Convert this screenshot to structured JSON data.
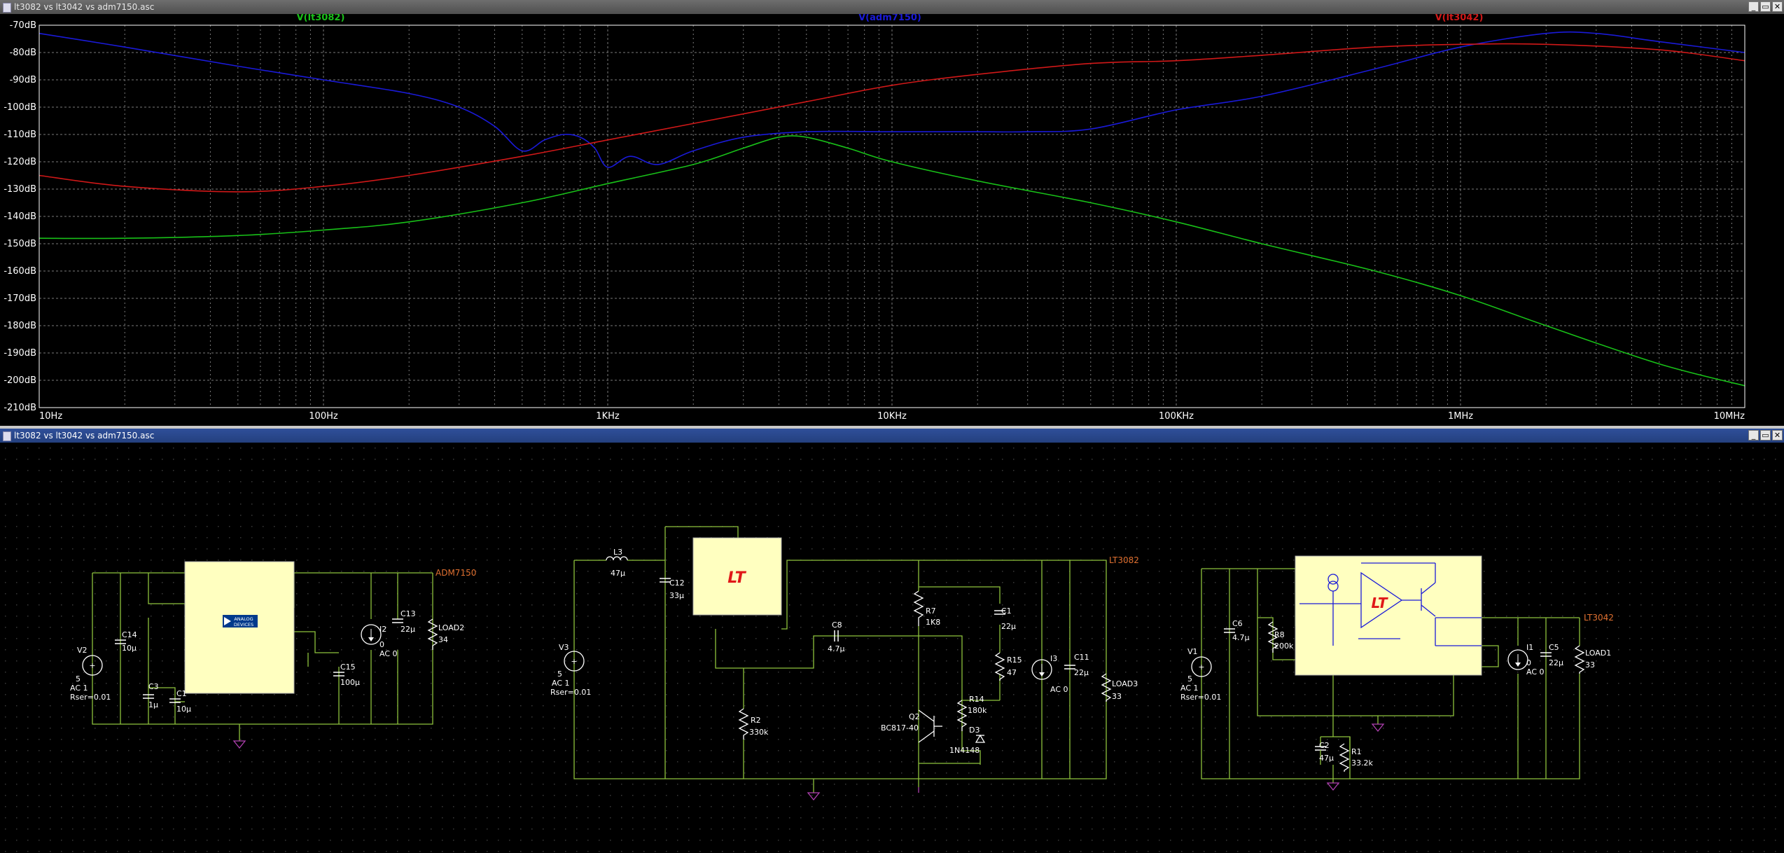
{
  "plot_window": {
    "title": "lt3082 vs lt3042 vs adm7150.asc",
    "buttons": {
      "minimize": "_",
      "restore": "▭",
      "close": "✕"
    }
  },
  "schematic_window": {
    "title": "lt3082 vs lt3042 vs adm7150.asc",
    "buttons": {
      "minimize": "_",
      "restore": "▭",
      "close": "✕"
    }
  },
  "colors": {
    "plot_bg": "#000000",
    "grid": "#7a7a7a",
    "trace_green": "#18c018",
    "trace_blue": "#1a1ad8",
    "trace_red": "#d01818",
    "wire": "#8ec23c",
    "component": "#ffffff",
    "net_label": "#e07030",
    "ic_fill": "#ffffc0",
    "ground": "#b040b0"
  },
  "chart_data": {
    "type": "line",
    "xscale": "log",
    "xlim": [
      10,
      10000000
    ],
    "ylim": [
      -210,
      -70
    ],
    "grid": true,
    "xticks": [
      "10Hz",
      "100Hz",
      "1KHz",
      "10KHz",
      "100KHz",
      "1MHz",
      "10MHz"
    ],
    "yticks": [
      "-70dB",
      "-80dB",
      "-90dB",
      "-100dB",
      "-110dB",
      "-120dB",
      "-130dB",
      "-140dB",
      "-150dB",
      "-160dB",
      "-170dB",
      "-180dB",
      "-190dB",
      "-200dB",
      "-210dB"
    ],
    "series": [
      {
        "name": "V(lt3082)",
        "color": "#18c018",
        "x": [
          10,
          20,
          50,
          100,
          200,
          500,
          1000,
          2000,
          3000,
          4000,
          5000,
          7000,
          10000,
          20000,
          50000,
          100000,
          200000,
          500000,
          1000000,
          2000000,
          5000000,
          10000000
        ],
        "y": [
          -148,
          -148,
          -147,
          -145,
          -142,
          -135,
          -128,
          -121,
          -115,
          -111,
          -111,
          -115,
          -120,
          -127,
          -135,
          -142,
          -150,
          -160,
          -169,
          -180,
          -194,
          -202
        ]
      },
      {
        "name": "V(adm7150)",
        "color": "#1a1ad8",
        "x": [
          10,
          20,
          50,
          100,
          200,
          300,
          400,
          500,
          600,
          700,
          800,
          900,
          1000,
          1200,
          1500,
          2000,
          3000,
          5000,
          10000,
          20000,
          30000,
          50000,
          100000,
          200000,
          500000,
          1000000,
          2000000,
          3000000,
          5000000,
          10000000
        ],
        "y": [
          -73,
          -78,
          -85,
          -90,
          -95,
          -100,
          -107,
          -116,
          -112,
          -110,
          -111,
          -115,
          -122,
          -118,
          -121,
          -116,
          -111,
          -109,
          -109,
          -109,
          -109,
          -108,
          -101,
          -96,
          -86,
          -78,
          -73,
          -73,
          -76,
          -80
        ]
      },
      {
        "name": "V(lt3042)",
        "color": "#d01818",
        "x": [
          10,
          20,
          50,
          100,
          200,
          500,
          1000,
          2000,
          5000,
          10000,
          20000,
          50000,
          100000,
          200000,
          500000,
          1000000,
          2000000,
          5000000,
          10000000
        ],
        "y": [
          -125,
          -129,
          -131,
          -129,
          -125,
          -118,
          -112,
          -106,
          -98,
          -92,
          -88,
          -84,
          -83,
          -81,
          -78,
          -77,
          -77,
          -79,
          -83
        ]
      }
    ]
  },
  "schematic": {
    "adm_block": {
      "net_label": "ADM7150",
      "ic_logo_line1": "ANALOG",
      "ic_logo_line2": "DEVICES",
      "v2": {
        "name": "V2",
        "dc": "5",
        "ac": "AC 1",
        "rser": "Rser=0.01"
      },
      "c14": {
        "name": "C14",
        "value": "10µ"
      },
      "c3": {
        "name": "C3",
        "value": "1µ"
      },
      "c1x": {
        "name": "C1",
        "value": "10µ"
      },
      "c15": {
        "name": "C15",
        "value": "100µ"
      },
      "i2": {
        "name": "I2",
        "dc": "0",
        "ac": "AC 0"
      },
      "c13": {
        "name": "C13",
        "value": "22µ"
      },
      "load2": {
        "name": "LOAD2",
        "value": "34"
      }
    },
    "lt3082_block": {
      "net_label": "LT3082",
      "ic_logo": "LT",
      "l3": {
        "name": "L3",
        "value": "47µ"
      },
      "c12": {
        "name": "C12",
        "value": "33µ"
      },
      "v3": {
        "name": "V3",
        "dc": "5",
        "ac": "AC 1",
        "rser": "Rser=0.01"
      },
      "r2": {
        "name": "R2",
        "value": "330k"
      },
      "c8": {
        "name": "C8",
        "value": "4.7µ"
      },
      "r7": {
        "name": "R7",
        "value": "1K8"
      },
      "c1": {
        "name": "C1",
        "value": "22µ"
      },
      "r15": {
        "name": "R15",
        "value": "47"
      },
      "r14": {
        "name": "R14",
        "value": "180k"
      },
      "q2": {
        "name": "Q2",
        "value": "BC817-40"
      },
      "d3": {
        "name": "D3",
        "value": "1N4148"
      },
      "i3": {
        "name": "I3",
        "ac": "AC 0"
      },
      "c11": {
        "name": "C11",
        "value": "22µ"
      },
      "load3": {
        "name": "LOAD3",
        "value": "33"
      }
    },
    "lt3042_block": {
      "net_label": "LT3042",
      "ic_logo": "LT",
      "v1": {
        "name": "V1",
        "dc": "5",
        "ac": "AC 1",
        "rser": "Rser=0.01"
      },
      "c6": {
        "name": "C6",
        "value": "4.7µ"
      },
      "r8": {
        "name": "R8",
        "value": "200k"
      },
      "c2": {
        "name": "C2",
        "value": "47µ"
      },
      "r1": {
        "name": "R1",
        "value": "33.2k"
      },
      "i1": {
        "name": "I1",
        "dc": "0",
        "ac": "AC 0"
      },
      "c5": {
        "name": "C5",
        "value": "22µ"
      },
      "load1": {
        "name": "LOAD1",
        "value": "33"
      }
    }
  }
}
